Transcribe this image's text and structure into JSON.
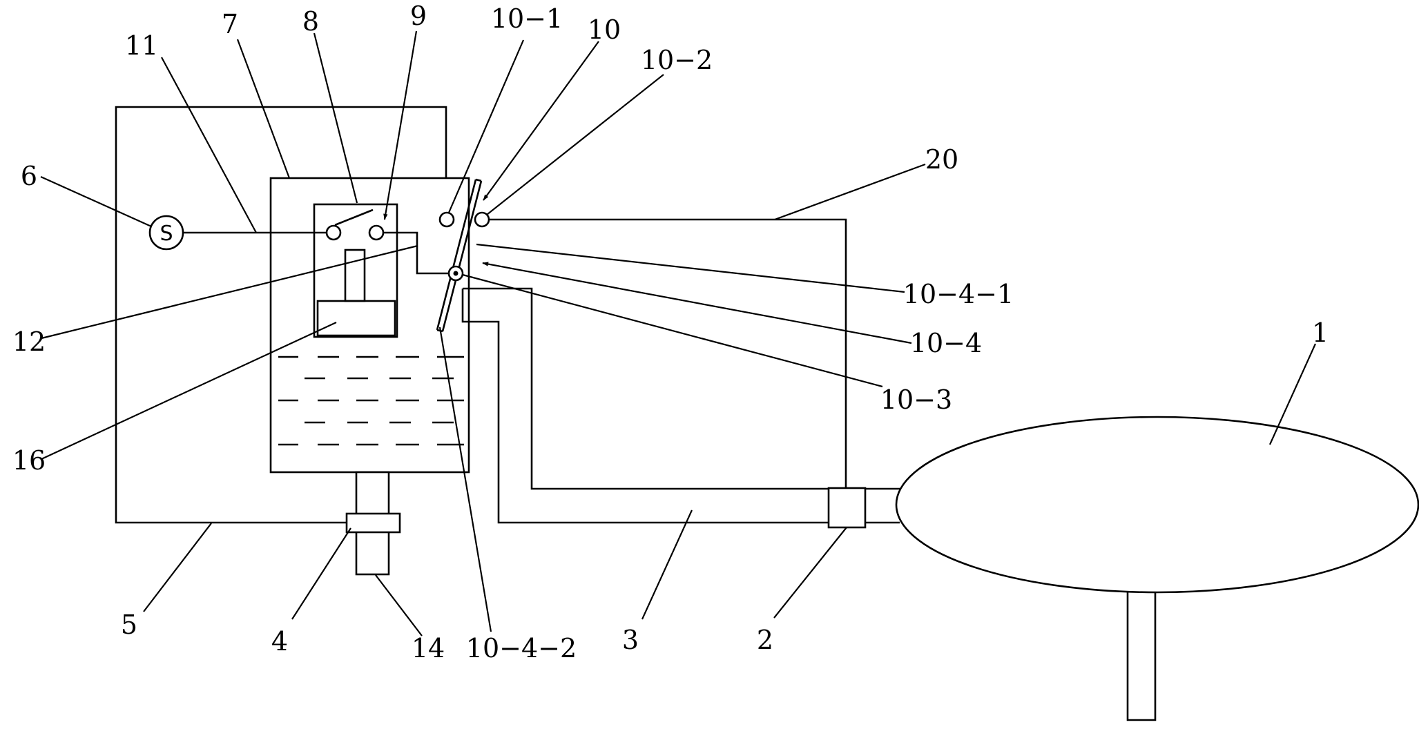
{
  "diagram": {
    "source_symbol": "S",
    "labels": {
      "l1": "1",
      "l2": "2",
      "l3": "3",
      "l4": "4",
      "l5": "5",
      "l6": "6",
      "l7": "7",
      "l8": "8",
      "l9": "9",
      "l10": "10",
      "l10_1": "10−1",
      "l10_2": "10−2",
      "l10_3": "10−3",
      "l10_4": "10−4",
      "l10_4_1": "10−4−1",
      "l10_4_2": "10−4−2",
      "l11": "11",
      "l12": "12",
      "l14": "14",
      "l16": "16",
      "l20": "20"
    }
  }
}
